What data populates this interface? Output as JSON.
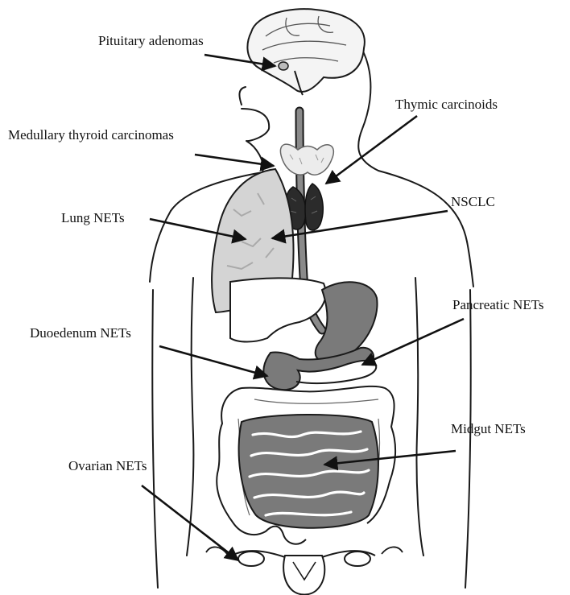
{
  "labels": {
    "pituitary": "Pituitary adenomas",
    "thymic": "Thymic carcinoids",
    "medullary": "Medullary thyroid carcinomas",
    "nsclc": "NSCLC",
    "lung": "Lung NETs",
    "pancreatic": "Pancreatic NETs",
    "duodenum": "Duoedenum NETs",
    "midgut": "Midgut NETs",
    "ovarian": "Ovarian NETs"
  },
  "colors": {
    "outline": "#1a1a1a",
    "organ_dark": "#7a7a7a",
    "organ_light": "#d4d4d4",
    "thymus": "#2b2b2b",
    "background": "#ffffff"
  }
}
